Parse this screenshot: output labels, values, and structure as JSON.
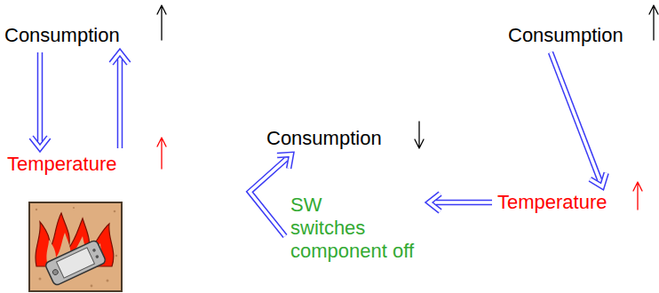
{
  "diagram": {
    "nodes": [
      {
        "text": [
          "Consumption"
        ]
      },
      {
        "text": [
          "Temperature"
        ]
      },
      {
        "text": [
          "Consumption"
        ]
      },
      {
        "text": [
          "SW switches component off"
        ]
      },
      {
        "text": [
          "Consumption"
        ]
      },
      {
        "text": [
          "Temperature"
        ]
      }
    ],
    "edges": [
      {
        "from": 0,
        "to": 1,
        "arrow": "to"
      },
      {
        "from": 1,
        "to": 0,
        "arrow": "to"
      },
      {
        "from": 4,
        "to": 5,
        "arrow": "to"
      },
      {
        "from": 5,
        "to": 3,
        "arrow": "to"
      },
      {
        "from": 3,
        "to": 2,
        "arrow": "to"
      }
    ]
  }
}
